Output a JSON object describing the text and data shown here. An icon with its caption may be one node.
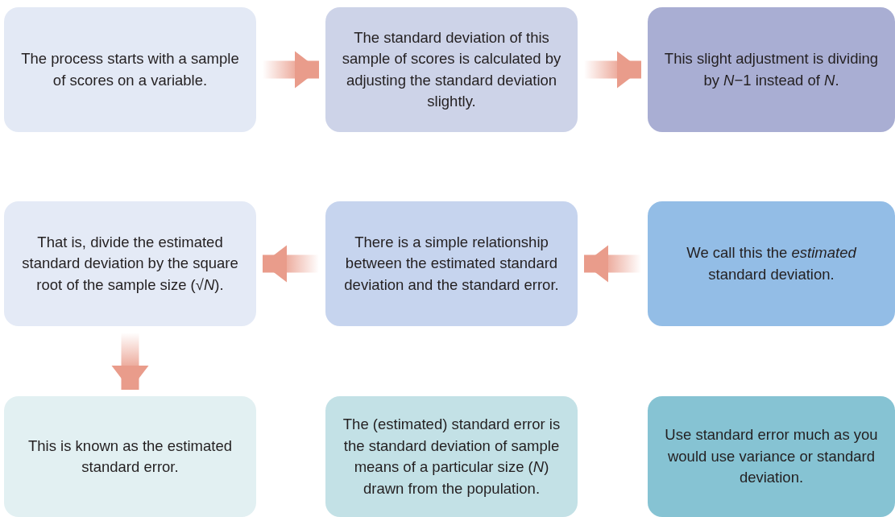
{
  "diagram": {
    "nodes": [
      {
        "text": [
          "The process starts with a sample of scores on a variable."
        ]
      },
      {
        "text": [
          "The standard deviation of this sample of scores is calculated by adjusting the standard deviation slightly."
        ]
      },
      {
        "text": [
          "This slight adjustment is dividing by *N*−1 instead of *N*."
        ]
      },
      {
        "text": [
          "That is, divide the estimated standard deviation by the square root of the sample size (√*N*)."
        ]
      },
      {
        "text": [
          "There is a simple relationship between the estimated standard deviation and the standard error."
        ]
      },
      {
        "text": [
          "We call this the *estimated* standard deviation."
        ]
      },
      {
        "text": [
          "This is known as the estimated standard error."
        ]
      },
      {
        "text": [
          "The (estimated) standard error is the standard deviation of sample means of a particular size (*N*) drawn from the population."
        ]
      },
      {
        "text": [
          "Use standard error much as you would use variance or standard deviation."
        ]
      }
    ],
    "edges": [
      {
        "from": 0,
        "to": 1,
        "arrow": "to"
      },
      {
        "from": 1,
        "to": 2,
        "arrow": "to"
      },
      {
        "from": 5,
        "to": 4,
        "arrow": "to"
      },
      {
        "from": 4,
        "to": 3,
        "arrow": "to"
      },
      {
        "from": 3,
        "to": 6,
        "arrow": "to"
      }
    ]
  }
}
